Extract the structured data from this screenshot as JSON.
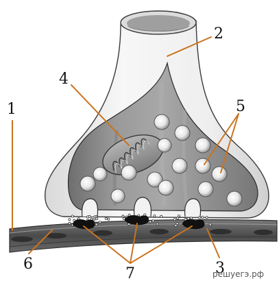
{
  "figure": {
    "callouts": {
      "n1": "1",
      "n2": "2",
      "n3": "3",
      "n4": "4",
      "n5": "5",
      "n6": "6",
      "n7": "7"
    },
    "watermark": "решуегэ.рф"
  },
  "colors": {
    "leader_line": "#c8741e",
    "membrane": "#ececec",
    "cytoplasm": "#8a8a8a",
    "nerve_fibre": "#5b5b5b",
    "receptor": "#111111"
  }
}
